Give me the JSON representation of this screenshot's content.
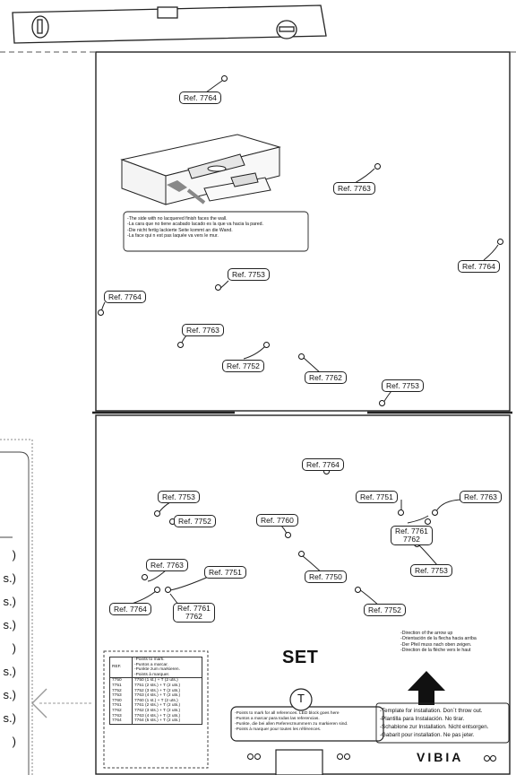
{
  "refs": {
    "r1": "Ref. 7764",
    "r2": "Ref. 7763",
    "r3": "Ref. 7764",
    "r4": "Ref. 7753",
    "r5": "Ref. 7764",
    "r6": "Ref. 7763",
    "r7": "Ref. 7752",
    "r8": "Ref. 7762",
    "r9": "Ref. 7753",
    "r10": "Ref. 7764",
    "r11": "Ref. 7753",
    "r12": "Ref. 7751",
    "r13": "Ref. 7763",
    "r14": "Ref. 7752",
    "r15": "Ref. 7760",
    "r16": "Ref. 7761",
    "r16b": "7762",
    "r17": "Ref. 7763",
    "r18": "Ref. 7751",
    "r19": "Ref. 7750",
    "r20": "Ref. 7753",
    "r21": "Ref. 7764",
    "r22": "Ref. 7761",
    "r22b": "7762",
    "r23": "Ref. 7752"
  },
  "wall_note": [
    "-The side with no lacquered finish faces the wall.",
    "-La cara que no tiene acabado lacado es la que va hacia la pared.",
    "-Die nicht fertig lackierte Seite kommt an die Wand.",
    "-La face qui n est pas laquée va vers le mur."
  ],
  "arrow_note": [
    "-Direction of the arrow up",
    "-Orientación de la flecha hacia arriba",
    "-Der Pfeil muss nach oben zeigen.",
    "-Direction de la flèche vers le haut"
  ],
  "set_label": "SET",
  "t_label": "T",
  "mark_note": [
    "-Points to mark for all references. LED block goes here",
    "-Puntos a marcar para todas las referencias.",
    "-Punkte, die bei allen Referenznummern zu markieren sind.",
    "-Points à marquer pour toutes les références."
  ],
  "template_note": [
    "-Template for installation. Don´t throw out.",
    "-Plantilla para Instalación. No tirar.",
    "-Schablone zur Installation. Nicht entsorgen.",
    "-Gabarit pour installation. Ne pas jeter."
  ],
  "brand": "VIBIA",
  "legend": {
    "head_ref": "REF.",
    "head_points": [
      "-Points to mark.",
      "-Puntos a marcar.",
      "-Punkte zum markieren.",
      "-Points à marquer."
    ],
    "refs": [
      "7750",
      "7751",
      "7752",
      "7753",
      "7760",
      "7761",
      "7762",
      "7763",
      "7764"
    ],
    "counts": [
      "7750 (1 st.) + T (2 uts.)",
      "7751 (2 sts.) + T (2 uts.)",
      "7752 (3 sts.) + T (2 uts.)",
      "7763 (4 sts.) + T (2 uts.)",
      "7760 (1 st.) + T (2 uts.)",
      "7761 (2 sts.) + T (2 uts.)",
      "7762 (3 sts.) + T (2 uts.)",
      "7763 (4 sts.) + T (2 uts.)",
      "7764 (5 sts.) + T (2 uts.)"
    ]
  },
  "right_fragments": [
    ")",
    "s.)",
    "s.)",
    "s.)",
    ")",
    "s.)",
    "s.)",
    "s.)",
    ")"
  ]
}
